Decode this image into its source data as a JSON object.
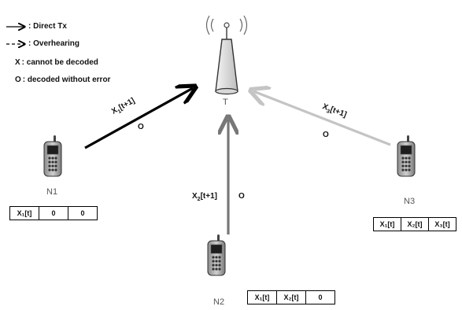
{
  "legend": [
    {
      "symbol": "direct-tx-arrow",
      "text": ": Direct Tx"
    },
    {
      "symbol": "overhearing-arrow",
      "text": ": Overhearing"
    },
    {
      "symbol_text": "X",
      "text": ": cannot be decoded"
    },
    {
      "symbol_text": "O",
      "text": ":  decoded without error"
    }
  ],
  "base_station": {
    "label": "T"
  },
  "nodes": [
    {
      "label": "N1",
      "table": [
        "X₁[t]",
        "0",
        "0"
      ]
    },
    {
      "label": "N2",
      "table": [
        "X₁[t]",
        "X₂[t]",
        "0"
      ]
    },
    {
      "label": "N3",
      "table": [
        "X₁[t]",
        "X₂[t]",
        "X₃[t]"
      ]
    }
  ],
  "edges": [
    {
      "from": "N1",
      "label_base": "X",
      "label_sub": "1",
      "label_rest": "[t+1]",
      "mark": "O",
      "color": "#000000"
    },
    {
      "from": "N2",
      "label_base": "X",
      "label_sub": "2",
      "label_rest": "[t+1]",
      "mark": "O",
      "color": "#777777"
    },
    {
      "from": "N3",
      "label_base": "X",
      "label_sub": "3",
      "label_rest": "[t+1]",
      "mark": "O",
      "color": "#c4c4c4"
    }
  ]
}
